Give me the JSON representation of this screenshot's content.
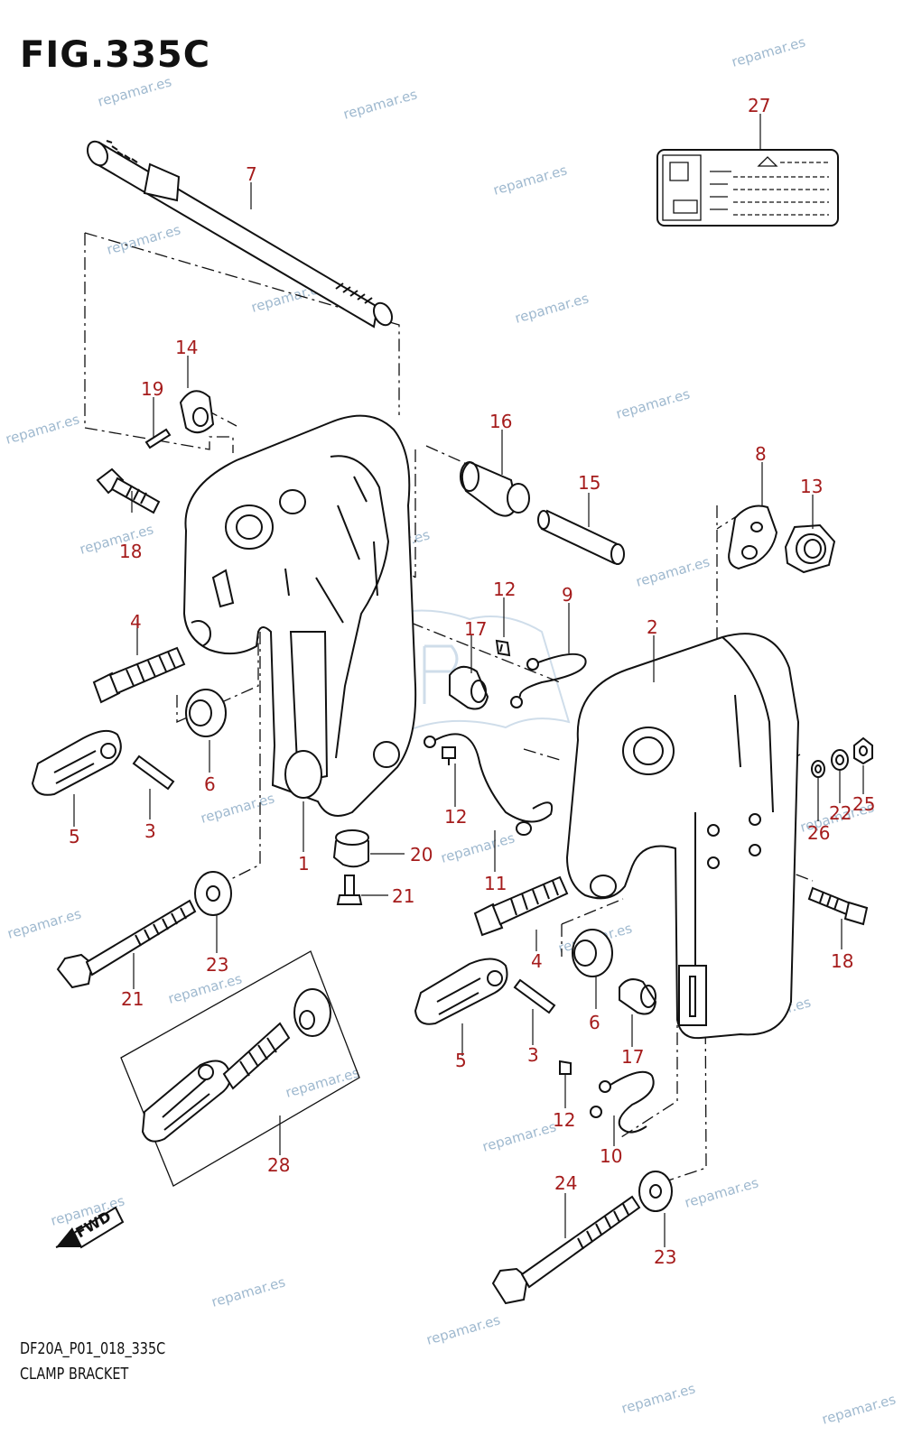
{
  "figure": {
    "title": "FIG.335C",
    "code": "DF20A_P01_018_335C",
    "subtitle": "CLAMP BRACKET"
  },
  "watermark": {
    "text": "repamar.es",
    "color": "#9fb9cf"
  },
  "callouts": [
    "1",
    "2",
    "3",
    "3",
    "4",
    "4",
    "5",
    "5",
    "6",
    "6",
    "7",
    "8",
    "9",
    "10",
    "11",
    "12",
    "12",
    "12",
    "13",
    "14",
    "15",
    "16",
    "17",
    "17",
    "18",
    "18",
    "19",
    "20",
    "21",
    "21",
    "22",
    "23",
    "23",
    "24",
    "25",
    "26",
    "27",
    "28"
  ],
  "fwd_badge": "FWD",
  "colors": {
    "callout": "#a51c1c",
    "line": "#111111"
  }
}
